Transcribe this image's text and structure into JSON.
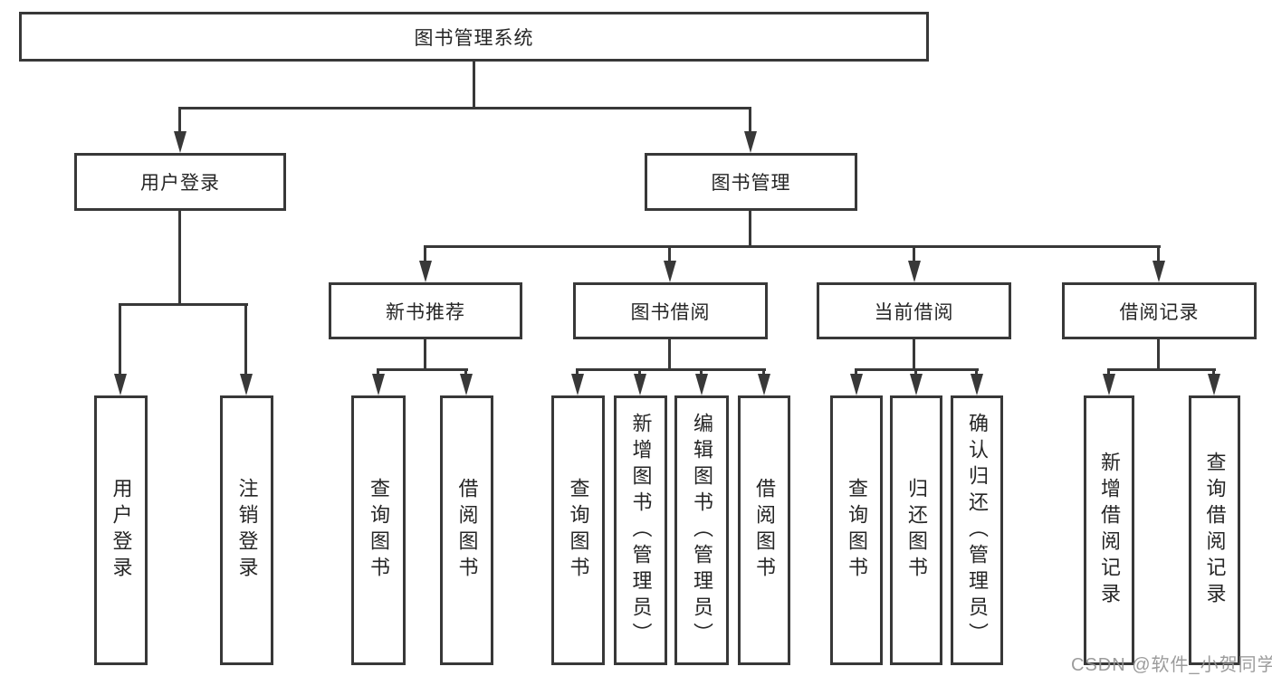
{
  "tree": {
    "label": "图书管理系统",
    "children": [
      {
        "label": "用户登录",
        "children": [
          {
            "label": "用户登录"
          },
          {
            "label": "注销登录"
          }
        ]
      },
      {
        "label": "图书管理",
        "children": [
          {
            "label": "新书推荐",
            "children": [
              {
                "label": "查询图书"
              },
              {
                "label": "借阅图书"
              }
            ]
          },
          {
            "label": "图书借阅",
            "children": [
              {
                "label": "查询图书"
              },
              {
                "label": "新增图书（管理员）"
              },
              {
                "label": "编辑图书（管理员）"
              },
              {
                "label": "借阅图书"
              }
            ]
          },
          {
            "label": "当前借阅",
            "children": [
              {
                "label": "查询图书"
              },
              {
                "label": "归还图书"
              },
              {
                "label": "确认归还（管理员）"
              }
            ]
          },
          {
            "label": "借阅记录",
            "children": [
              {
                "label": "新增借阅记录"
              },
              {
                "label": "查询借阅记录"
              }
            ]
          }
        ]
      }
    ]
  },
  "watermark": {
    "text": "CSDN @软件_小贺同学"
  },
  "colors": {
    "line": "#383838",
    "box_border": "#383838",
    "text": "#262626",
    "background": "#ffffff",
    "watermark": "#949494"
  }
}
